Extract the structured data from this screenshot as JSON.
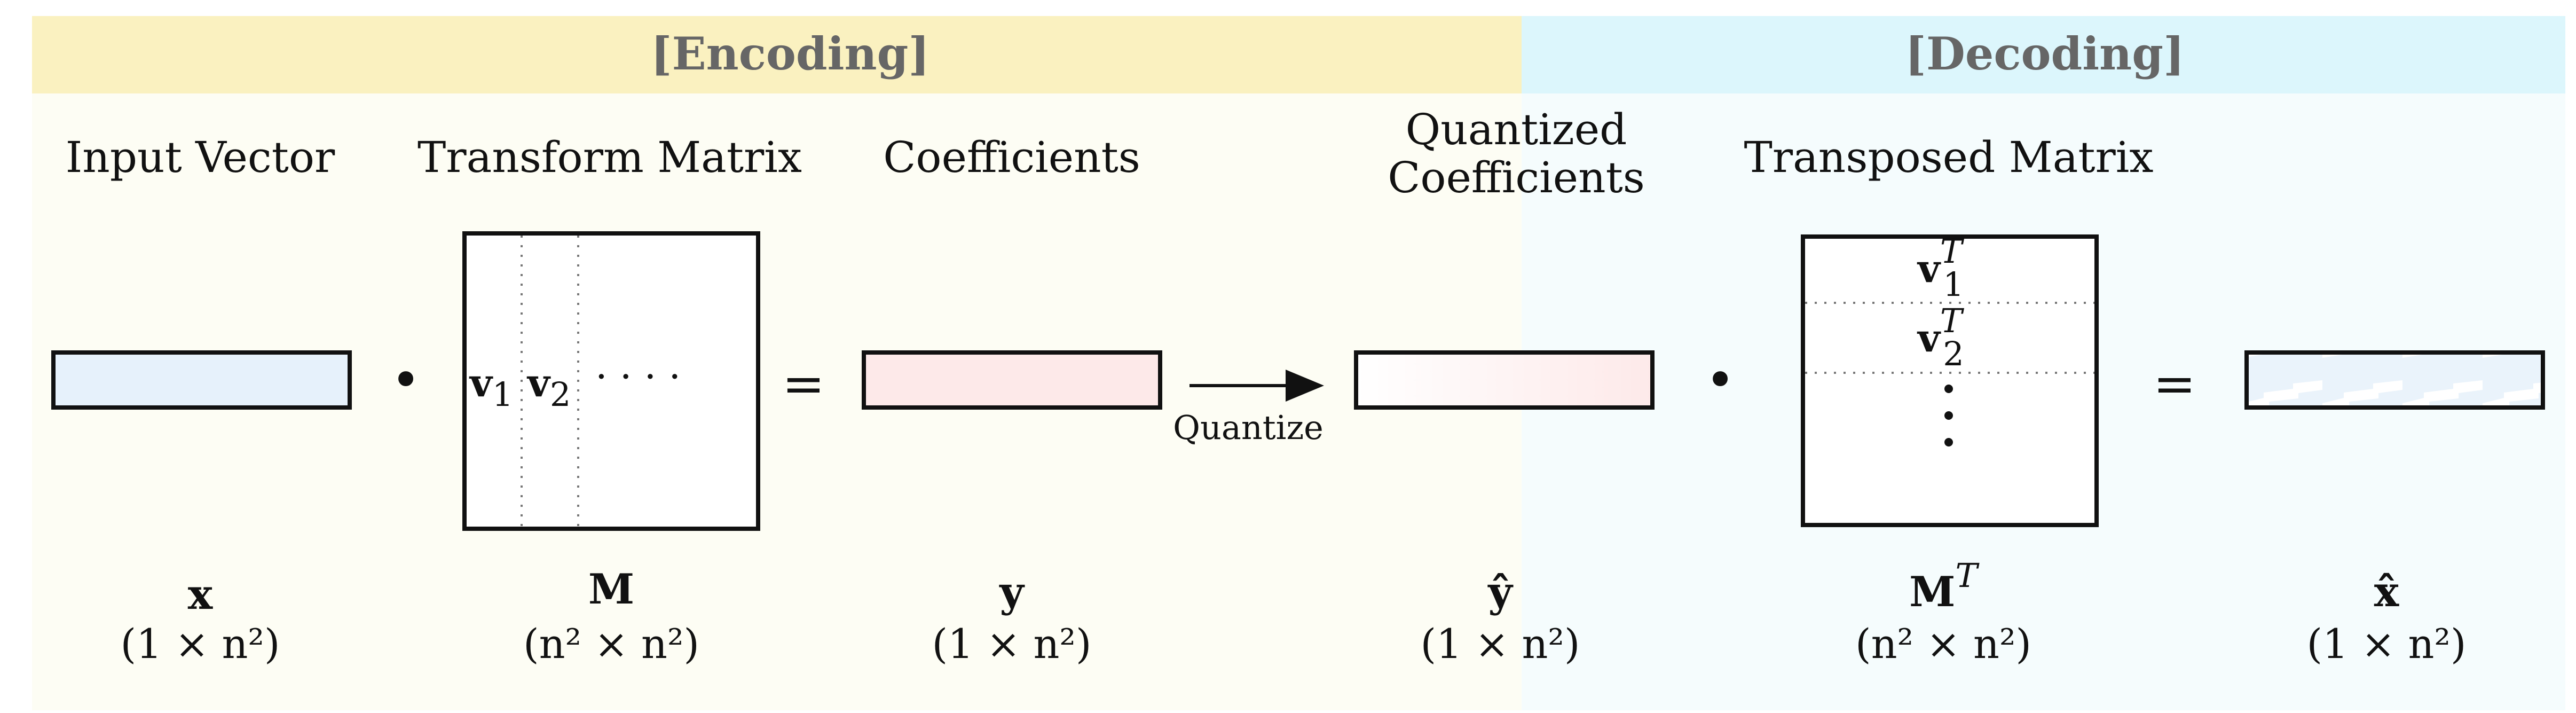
{
  "header": {
    "encoding_label": "[Encoding]",
    "decoding_label": "[Decoding]"
  },
  "titles": {
    "input_vector": "Input Vector",
    "transform_matrix": "Transform Matrix",
    "coefficients": "Coefficients",
    "quantized_line1": "Quantized",
    "quantized_line2": "Coefficients",
    "transposed_matrix": "Transposed Matrix"
  },
  "matrix_labels": {
    "col1": "v",
    "col1_sub": "1",
    "col2": "v",
    "col2_sub": "2",
    "cols_more": "· · · ·",
    "row1": "v",
    "row1_sup": "T",
    "row1_sub": "1",
    "row2": "v",
    "row2_sup": "T",
    "row2_sub": "2"
  },
  "operators": {
    "dot": "•",
    "equals": "=",
    "arrow_label": "Quantize"
  },
  "symbols": {
    "x": "x",
    "M": "M",
    "y": "y",
    "y_hat": "ŷ",
    "MT_base": "M",
    "MT_sup": "T",
    "x_hat": "x̂"
  },
  "dimensions": {
    "x": "(1 × n²)",
    "M": "(n² × n²)",
    "y": "(1 × n²)",
    "y_hat": "(1 × n²)",
    "MT": "(n² × n²)",
    "x_hat": "(1 × n²)"
  },
  "colors": {
    "encoding_band": "#faf1c0",
    "decoding_band": "#dcf6fc",
    "encoding_bg": "#fdfdf4",
    "decoding_bg": "#f5fcfd",
    "input_fill": "#e6f1fb",
    "coef_fill": "#fde9e9",
    "recon_fill": "#e2effa"
  }
}
